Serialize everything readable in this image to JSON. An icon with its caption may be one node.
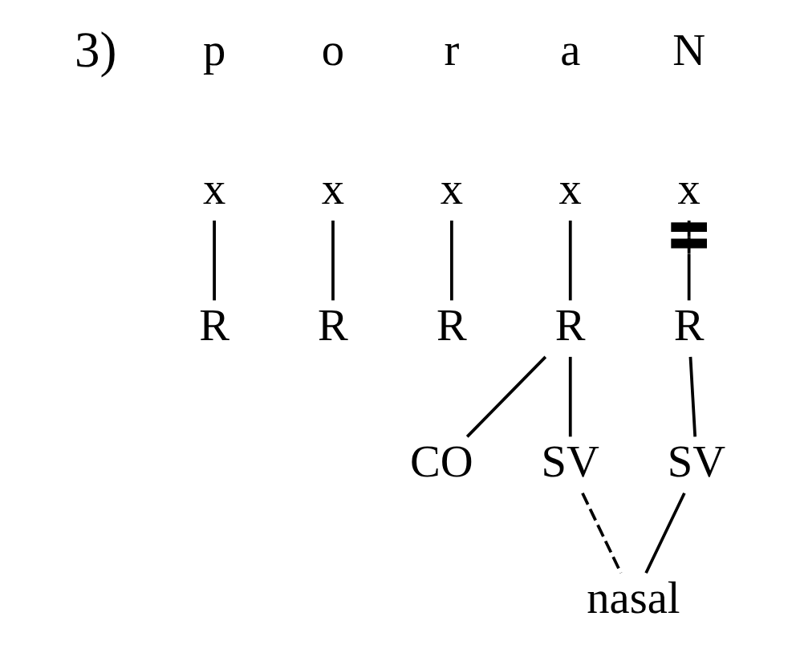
{
  "diagram": {
    "nodes": [
      {
        "text": [
          "x"
        ]
      },
      {
        "text": [
          "x"
        ]
      },
      {
        "text": [
          "x"
        ]
      },
      {
        "text": [
          "x"
        ]
      },
      {
        "text": [
          "x"
        ]
      },
      {
        "text": [
          "R"
        ]
      },
      {
        "text": [
          "R"
        ]
      },
      {
        "text": [
          "R"
        ]
      },
      {
        "text": [
          "R"
        ]
      },
      {
        "text": [
          "R"
        ]
      },
      {
        "text": [
          "CO"
        ]
      },
      {
        "text": [
          "SV"
        ]
      },
      {
        "text": [
          "SV"
        ]
      },
      {
        "text": [
          "nasal"
        ]
      }
    ],
    "edges": [
      {
        "from": 0,
        "to": 5,
        "arrow": "none"
      },
      {
        "from": 1,
        "to": 6,
        "arrow": "none"
      },
      {
        "from": 2,
        "to": 7,
        "arrow": "none"
      },
      {
        "from": 3,
        "to": 8,
        "arrow": "none"
      },
      {
        "from": 4,
        "to": 9,
        "arrow": "other"
      },
      {
        "from": 8,
        "to": 10,
        "arrow": "none"
      },
      {
        "from": 8,
        "to": 11,
        "arrow": "none"
      },
      {
        "from": 9,
        "to": 12,
        "arrow": "none"
      },
      {
        "from": 11,
        "to": 13,
        "arrow": "none",
        "style": "dashed"
      },
      {
        "from": 12,
        "to": 13,
        "arrow": "none"
      }
    ],
    "labels": [
      "3)",
      "p",
      "o",
      "r",
      "a",
      "N"
    ]
  }
}
